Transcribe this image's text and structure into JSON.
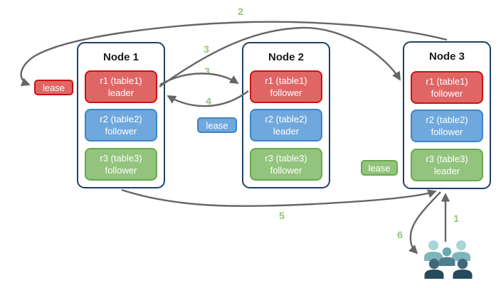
{
  "nodes": [
    {
      "title": "Node 1",
      "replicas": [
        {
          "line1": "r1 (table1)",
          "line2": "leader",
          "color": "red"
        },
        {
          "line1": "r2 (table2)",
          "line2": "follower",
          "color": "blue"
        },
        {
          "line1": "r3 (table3)",
          "line2": "follower",
          "color": "green"
        }
      ]
    },
    {
      "title": "Node 2",
      "replicas": [
        {
          "line1": "r1 (table1)",
          "line2": "follower",
          "color": "red"
        },
        {
          "line1": "r2 (table2)",
          "line2": "leader",
          "color": "blue"
        },
        {
          "line1": "r3 (table3)",
          "line2": "follower",
          "color": "green"
        }
      ]
    },
    {
      "title": "Node 3",
      "replicas": [
        {
          "line1": "r1 (table1)",
          "line2": "follower",
          "color": "red"
        },
        {
          "line1": "r2 (table2)",
          "line2": "follower",
          "color": "blue"
        },
        {
          "line1": "r3 (table3)",
          "line2": "leader",
          "color": "green"
        }
      ]
    }
  ],
  "leases": [
    {
      "label": "lease",
      "color": "red"
    },
    {
      "label": "lease",
      "color": "blue"
    },
    {
      "label": "lease",
      "color": "green"
    }
  ],
  "flow_labels": [
    "2",
    "3",
    "3",
    "4",
    "5",
    "1",
    "6"
  ],
  "icons": {
    "clients": "clients-group-icon"
  },
  "colors": {
    "arrow": "#666666",
    "flow_label": "#93c47d",
    "node_border": "#1f4066",
    "red_fill": "#e06666",
    "red_border": "#cc1212",
    "blue_fill": "#6fa8dc",
    "blue_border": "#3d85c6",
    "green_fill": "#93c47d",
    "green_border": "#6aa84f",
    "client_back": "#a9d5d8",
    "client_mid": "#6ba9b0",
    "client_front": "#26495d"
  }
}
